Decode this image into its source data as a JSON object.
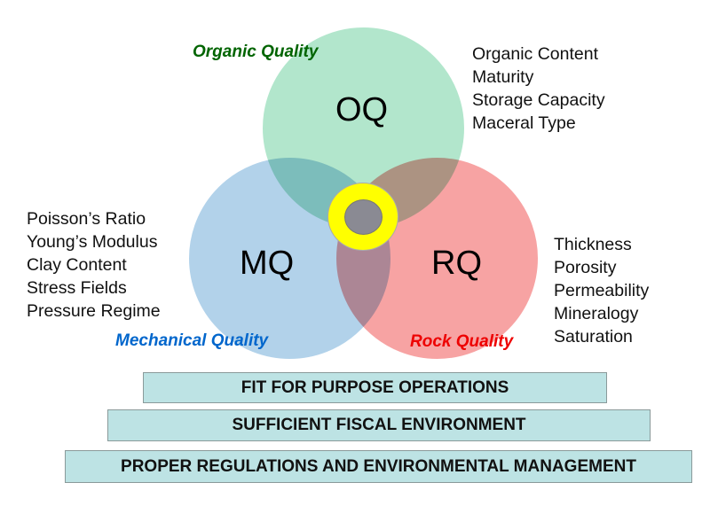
{
  "circles": {
    "oq": {
      "label": "OQ",
      "title": "Organic Quality",
      "color": "#b2e6cc",
      "title_color": "#006400"
    },
    "mq": {
      "label": "MQ",
      "title": "Mechanical Quality",
      "color": "#b2d2ea",
      "title_color": "#0066cc"
    },
    "rq": {
      "label": "RQ",
      "title": "Rock Quality",
      "color": "#f7a3a3",
      "title_color": "#ee0000"
    }
  },
  "lists": {
    "organic": [
      "Organic Content",
      "Maturity",
      "Storage Capacity",
      "Maceral Type"
    ],
    "mechanical": [
      "Poisson’s Ratio",
      "Young’s Modulus",
      "Clay Content",
      "Stress Fields",
      "Pressure Regime"
    ],
    "rock": [
      "Thickness",
      "Porosity",
      "Permeability",
      "Mineralogy",
      "Saturation"
    ]
  },
  "foundations": [
    "FIT FOR PURPOSE OPERATIONS",
    "SUFFICIENT FISCAL ENVIRONMENT",
    "PROPER REGULATIONS AND ENVIRONMENTAL MANAGEMENT"
  ]
}
